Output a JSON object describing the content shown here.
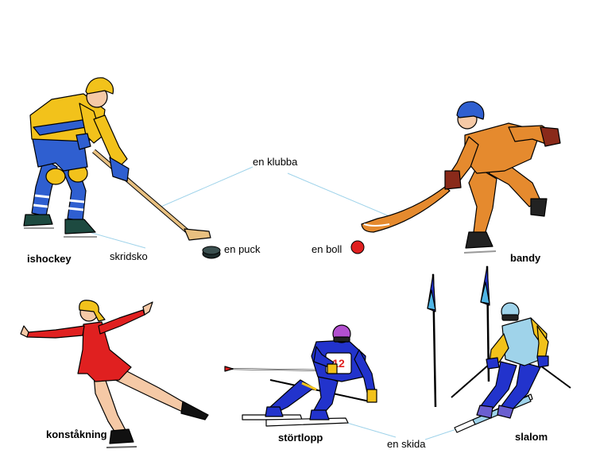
{
  "labels": {
    "ishockey": "ishockey",
    "bandy": "bandy",
    "konstakning": "konståkning",
    "stortlopp": "störtlopp",
    "slalom": "slalom",
    "klubba": "en klubba",
    "skridsko": "skridsko",
    "puck": "en puck",
    "boll": "en boll",
    "skida": "en skida",
    "bib_number": "12"
  },
  "colors": {
    "leader_line": "#9fd3ea",
    "hockey_jersey": "#f2c21b",
    "hockey_blue": "#2f5fd0",
    "bandy_suit": "#e58a2e",
    "skater_dress": "#e02020",
    "skin": "#f5c9a6",
    "skier_blue": "#2233cc",
    "boll": "#e02020"
  }
}
